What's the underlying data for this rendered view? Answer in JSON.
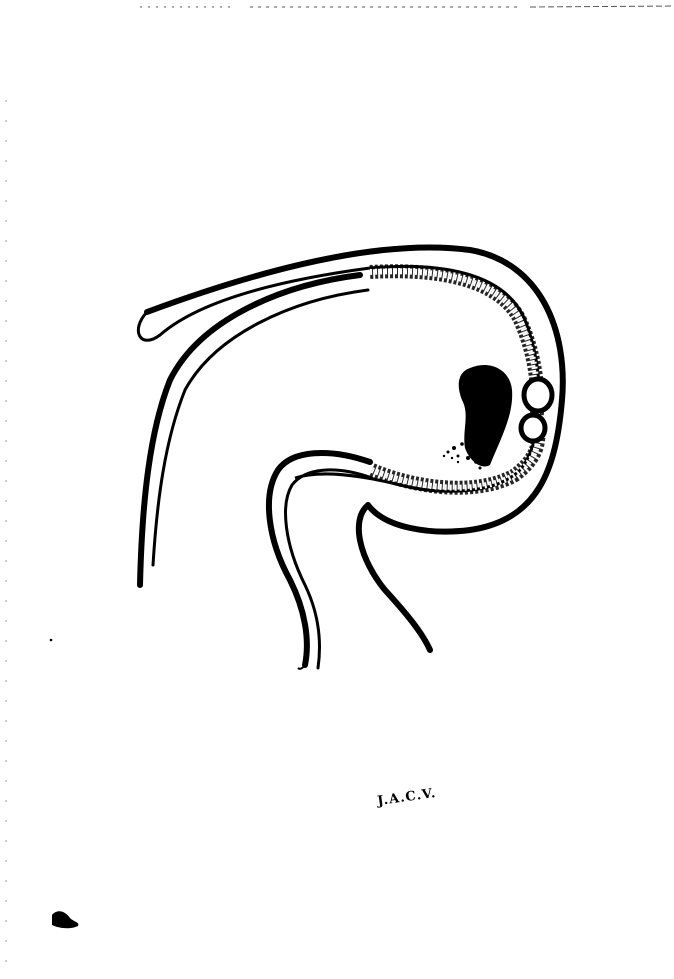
{
  "page": {
    "background": "#ffffff",
    "ink_color": "#000000"
  },
  "signature": {
    "text": "J.A.C.V."
  },
  "icons": {
    "drawing": "tube-curve-diagram",
    "mass": "dark-mass",
    "corner_mark": "ink-blot"
  }
}
